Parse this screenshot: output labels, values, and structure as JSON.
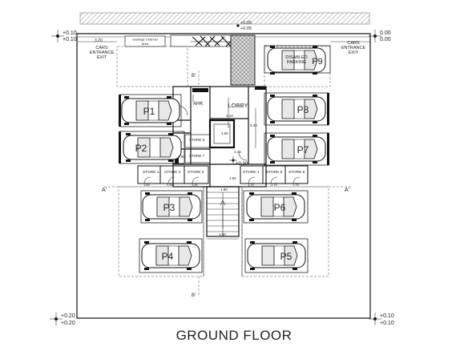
{
  "title": "GROUND FLOOR",
  "levels": {
    "top_left": [
      "+0.10",
      "+0.10"
    ],
    "top_right": [
      "0.00",
      "0.00"
    ],
    "bottom_left": [
      "+0.20",
      "+0.20"
    ],
    "bottom_right": [
      "+0.10",
      "+0.10"
    ],
    "top_center": [
      "+0.05",
      "+0.05"
    ],
    "center": "+0.30"
  },
  "labels": {
    "cars_entrance_left": [
      "CARS",
      "ENTRANCE",
      "EXIT"
    ],
    "cars_entrance_right": [
      "CARS",
      "ENTRANCE",
      "EXIT"
    ],
    "disabled_parking": [
      "DISABLED",
      "PARKING"
    ],
    "garbage": [
      "Garbage Channel",
      "Area"
    ],
    "lobby": "LOBBY",
    "ahk": "AHK",
    "section_a_left": "A'",
    "section_a_right": "A'",
    "section_b_top": "B'",
    "section_b_bottom": "B'"
  },
  "parking_spaces": [
    "P1",
    "P2",
    "P3",
    "P4",
    "P5",
    "P6",
    "P7",
    "P8",
    "P9"
  ],
  "stores": [
    "STORE 1",
    "STORE 2",
    "STORE 3",
    "STORE 4",
    "STORE 5",
    "STORE 6",
    "STORE 7",
    "STORE 8"
  ],
  "dimensions": [
    "3.20",
    "1.60",
    "4.10",
    "5.20",
    "4.45",
    "1.70",
    "1.50",
    "2.50",
    "1.40",
    "1.60",
    "1.90",
    "1.80",
    "1.70",
    "1.75",
    "1.80",
    "1.60"
  ]
}
